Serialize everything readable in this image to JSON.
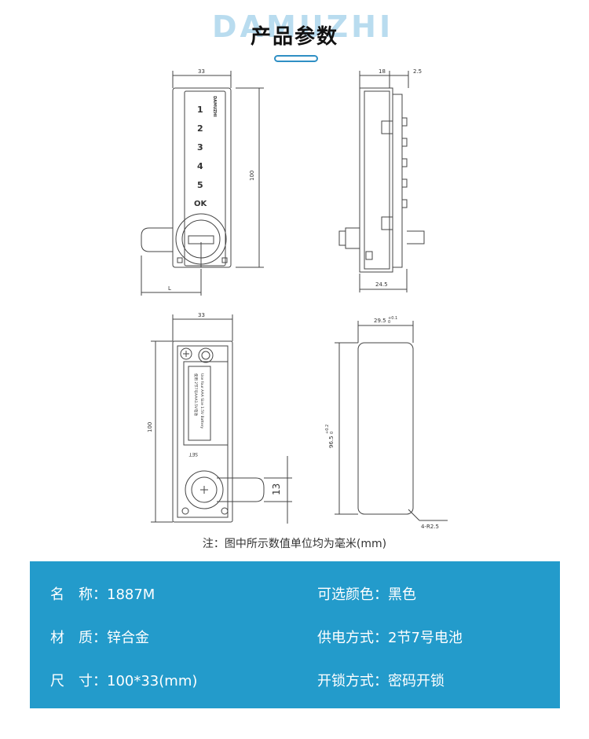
{
  "header": {
    "brand_watermark": "DAMUZHI",
    "title": "产品参数"
  },
  "drawings": {
    "front_view": {
      "width_dim": "33",
      "height_dim": "100",
      "length_dim": "L",
      "brand_text": "DAMUZHI",
      "keys": [
        "1",
        "2",
        "3",
        "4",
        "5",
        "OK"
      ]
    },
    "side_view": {
      "top_left_dim": "18",
      "top_right_dim": "2.5",
      "bottom_dim": "24.5"
    },
    "back_view": {
      "width_dim": "33",
      "height_dim": "100",
      "handle_dim": "13",
      "label_text_1": "使用 2节7号AAA1.5V电池",
      "label_text_2": "Use four AAA Size 1.5V Battery",
      "set_label": "SET"
    },
    "cover_view": {
      "width_dim": "29.5",
      "width_tol_upper": "+0.1",
      "width_tol_lower": "0",
      "height_dim": "96.5",
      "height_tol_upper": "+0.2",
      "height_tol_lower": "0",
      "radius_label": "4-R2.5"
    }
  },
  "note": "注：图中所示数值单位均为毫米(mm)",
  "specs": [
    {
      "label": "名　称：",
      "value": "1887M"
    },
    {
      "label": "可选颜色：",
      "value": "黑色"
    },
    {
      "label": "材　质：",
      "value": "锌合金"
    },
    {
      "label": "供电方式：",
      "value": "2节7号电池"
    },
    {
      "label": "尺　寸：",
      "value": "100*33(mm)"
    },
    {
      "label": "开锁方式：",
      "value": "密码开锁"
    }
  ]
}
